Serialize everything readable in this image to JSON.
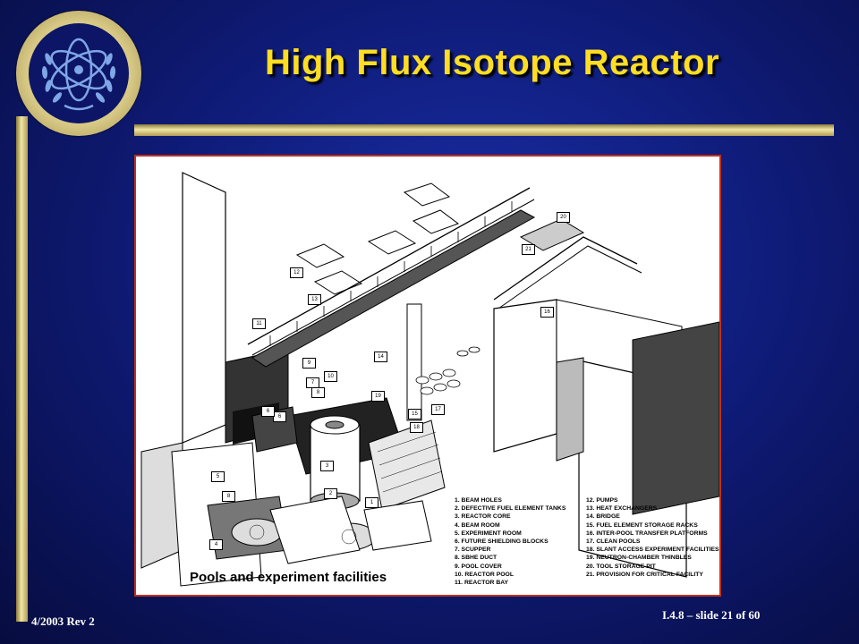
{
  "slide": {
    "title": "High Flux Isotope Reactor",
    "footer_left": "4/2003 Rev 2",
    "footer_right": "I.4.8 – slide 21 of 60"
  },
  "figure": {
    "caption": "Pools and experiment facilities",
    "callouts": [
      "20",
      "21",
      "12",
      "13",
      "16",
      "11",
      "14",
      "9",
      "10",
      "7",
      "8",
      "19",
      "15",
      "17",
      "18",
      "6",
      "6",
      "8",
      "3",
      "5",
      "2",
      "8",
      "1",
      "4"
    ],
    "legend_left": [
      "1. BEAM HOLES",
      "2. DEFECTIVE FUEL ELEMENT TANKS",
      "3. REACTOR CORE",
      "4. BEAM ROOM",
      "5. EXPERIMENT ROOM",
      "6. FUTURE SHIELDING BLOCKS",
      "7. SCUPPER",
      "8. SBHE DUCT",
      "9. POOL COVER",
      "10. REACTOR POOL",
      "11. REACTOR BAY"
    ],
    "legend_right": [
      "12. PUMPS",
      "13. HEAT EXCHANGERS",
      "14. BRIDGE",
      "15. FUEL ELEMENT STORAGE RACKS",
      "16. INTER-POOL TRANSFER PLATFORMS",
      "17. CLEAN POOLS",
      "18. SLANT ACCESS EXPERIMENT FACILITIES",
      "19. NEUTRON-CHAMBER THINBLES",
      "20. TOOL STORAGE PIT",
      "21. PROVISION FOR CRITICAL FACILITY"
    ]
  },
  "colors": {
    "background": "#0f1c7a",
    "title": "#ffdd22",
    "frame_gold": "#e8dc9a",
    "figure_border": "#c0301c"
  },
  "icons": {
    "logo": "atom-olive-wreath-icon"
  }
}
